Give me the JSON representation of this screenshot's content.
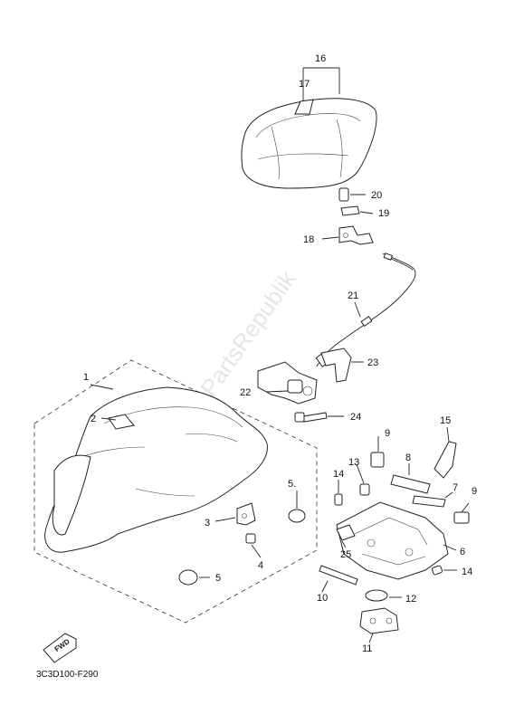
{
  "diagram": {
    "watermark": "PartsRepublik",
    "fwd_label": "FWD",
    "code": "3C3D100-F290",
    "callouts": {
      "c1": "1",
      "c2": "2",
      "c3": "3",
      "c4": "4",
      "c5a": "5.",
      "c5b": "5",
      "c6": "6",
      "c7": "7",
      "c8": "8",
      "c9a": "9",
      "c9b": "9",
      "c10": "10",
      "c11": "11",
      "c12": "12",
      "c13": "13",
      "c14a": "14",
      "c14b": "14",
      "c15": "15",
      "c16": "16",
      "c17": "17",
      "c18": "18",
      "c19": "19",
      "c20": "20",
      "c21": "21",
      "c22": "22",
      "c23": "23",
      "c24": "24",
      "c25": "25"
    }
  }
}
